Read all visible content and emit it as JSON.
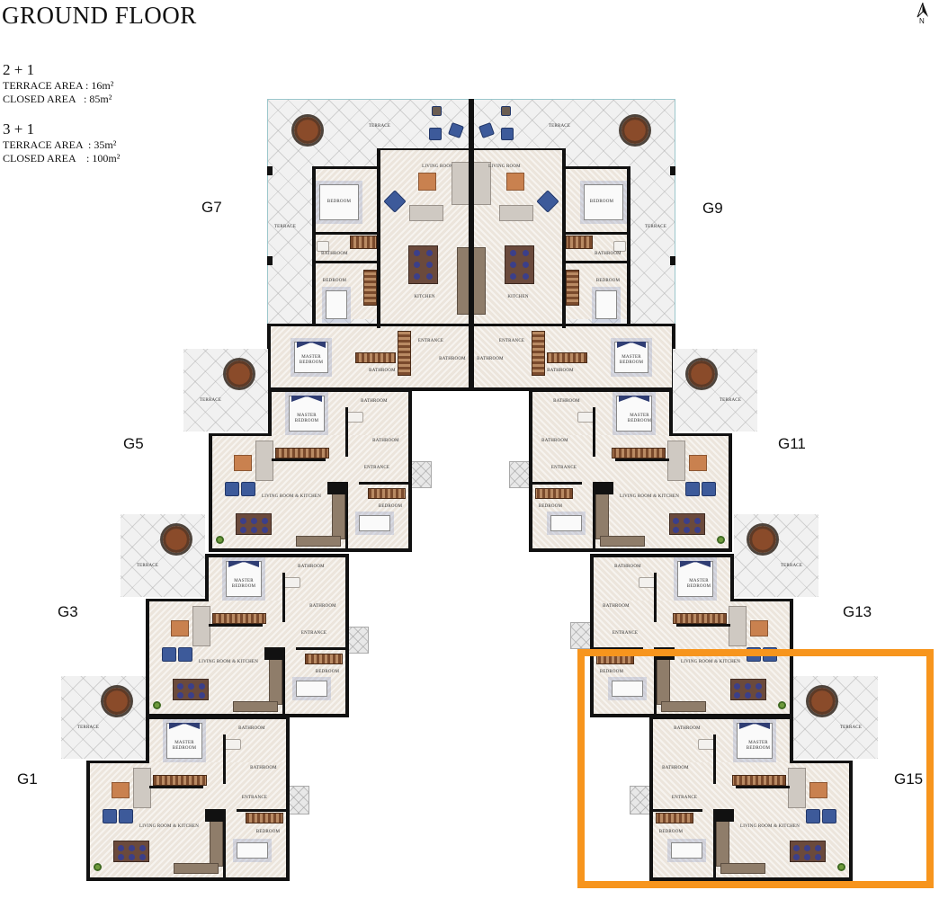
{
  "title": "GROUND FLOOR",
  "north_arrow": {
    "icon": "north-arrow-icon",
    "label": "N"
  },
  "legend": [
    {
      "type": "2 + 1",
      "rows": [
        {
          "label": "TERRACE AREA",
          "sep": " : ",
          "value": "16m²"
        },
        {
          "label": "CLOSED AREA",
          "sep": "   : ",
          "value": "85m²"
        }
      ]
    },
    {
      "type": "3 + 1",
      "rows": [
        {
          "label": "TERRACE AREA",
          "sep": "  : ",
          "value": "35m²"
        },
        {
          "label": "CLOSED AREA",
          "sep": "    : ",
          "value": "100m²"
        }
      ]
    }
  ],
  "units": [
    {
      "id": "G7",
      "type": "3 + 1",
      "side": "top-left"
    },
    {
      "id": "G9",
      "type": "3 + 1",
      "side": "top-right"
    },
    {
      "id": "G5",
      "type": "2 + 1",
      "side": "left"
    },
    {
      "id": "G3",
      "type": "2 + 1",
      "side": "left"
    },
    {
      "id": "G1",
      "type": "2 + 1",
      "side": "left"
    },
    {
      "id": "G11",
      "type": "2 + 1",
      "side": "right"
    },
    {
      "id": "G13",
      "type": "2 + 1",
      "side": "right"
    },
    {
      "id": "G15",
      "type": "2 + 1",
      "side": "right",
      "highlighted": true
    }
  ],
  "rooms": {
    "terrace": "TERRACE",
    "terrace_area_3": "35m²",
    "terrace_area_2": "16m²",
    "living_room": "LIVING ROOM",
    "bedroom": "BEDROOM",
    "bathroom": "BATHROOM",
    "kitchen": "KITCHEN",
    "entrance": "ENTRANCE",
    "master_bedroom": "MASTER BEDROOM",
    "living_kitchen": "LIVING ROOM & KITCHEN"
  },
  "highlight": {
    "unit": "G15",
    "color": "#f7951d"
  }
}
